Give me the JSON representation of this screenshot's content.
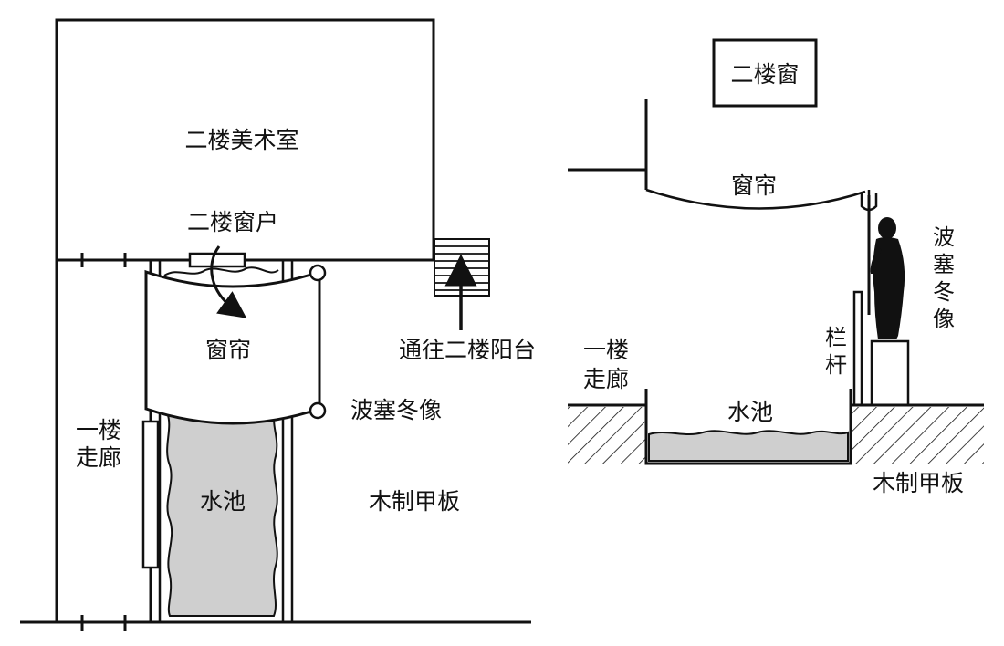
{
  "colors": {
    "line": "#111111",
    "water": "#cfcfcf",
    "background": "#ffffff"
  },
  "plan": {
    "art_room": "二楼美术室",
    "window": "二楼窗户",
    "curtain": "窗帘",
    "balcony_path": "通往二楼阳台",
    "statue": "波塞冬像",
    "corridor_line1": "一楼",
    "corridor_line2": "走廊",
    "pool": "水池",
    "deck": "木制甲板"
  },
  "section": {
    "window_box": "二楼窗",
    "curtain": "窗帘",
    "statue_chars": [
      "波",
      "塞",
      "冬",
      "像"
    ],
    "railing_chars": [
      "栏",
      "杆"
    ],
    "corridor_line1": "一楼",
    "corridor_line2": "走廊",
    "pool": "水池",
    "deck": "木制甲板"
  }
}
